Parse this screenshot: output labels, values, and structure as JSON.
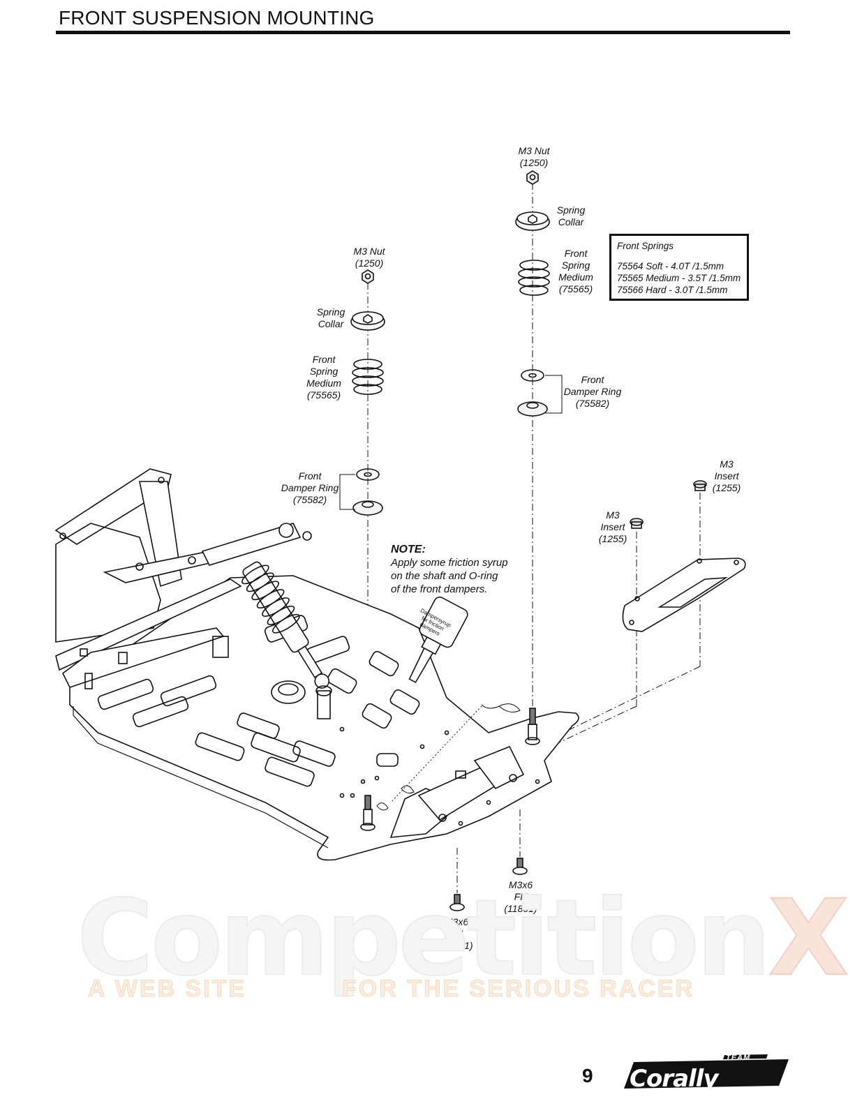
{
  "header": {
    "title": "FRONT SUSPENSION MOUNTING"
  },
  "left_stack": {
    "nut": {
      "name": "M3 Nut",
      "part": "(1250)"
    },
    "collar": {
      "l1": "Spring",
      "l2": "Collar"
    },
    "spring": {
      "l1": "Front",
      "l2": "Spring",
      "l3": "Medium",
      "part": "(75565)"
    },
    "ring": {
      "l1": "Front",
      "l2": "Damper Ring",
      "part": "(75582)"
    }
  },
  "right_stack": {
    "nut": {
      "name": "M3 Nut",
      "part": "(1250)"
    },
    "collar": {
      "l1": "Spring",
      "l2": "Collar"
    },
    "spring": {
      "l1": "Front",
      "l2": "Spring",
      "l3": "Medium",
      "part": "(75565)"
    },
    "ring": {
      "l1": "Front",
      "l2": "Damper Ring",
      "part": "(75582)"
    }
  },
  "spring_table": {
    "title": "Front Springs",
    "rows": [
      "75564 Soft - 4.0T /1.5mm",
      "75565 Medium - 3.5T /1.5mm",
      "75566 Hard - 3.0T /1.5mm"
    ]
  },
  "inserts": [
    {
      "l1": "M3",
      "l2": "Insert",
      "part": "(1255)"
    },
    {
      "l1": "M3",
      "l2": "Insert",
      "part": "(1255)"
    }
  ],
  "note": {
    "heading": "NOTE:",
    "lines": [
      "Apply some friction syrup",
      "on the shaft and O-ring",
      "of the front dampers."
    ]
  },
  "bottle_label": {
    "l1": "Dampersyrup",
    "l2": "for friction",
    "l3": "dampers"
  },
  "screws": [
    {
      "l1": "M3x6",
      "l2": "FH",
      "part": "(11801)"
    },
    {
      "l1": "M3x6",
      "l2": "FH",
      "part": "(11801)"
    }
  ],
  "watermark": {
    "main": "Competition",
    "x": "X",
    "sub_left": "A WEB SITE",
    "sub_right": "FOR THE SERIOUS RACER"
  },
  "footer": {
    "page_number": "9",
    "logo_word": "Corally",
    "logo_team": "TEAM"
  },
  "colors": {
    "ink": "#111111",
    "watermark_accent": "#f2d0c2"
  }
}
